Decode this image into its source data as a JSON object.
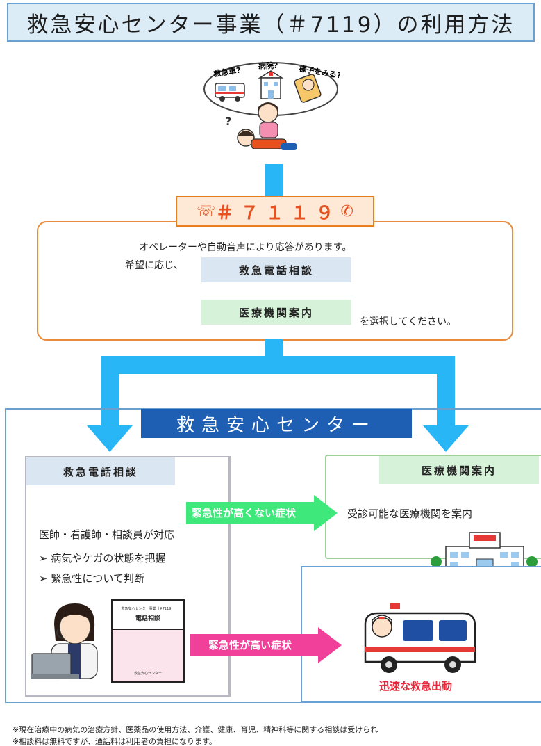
{
  "title": "救急安心センター事業（＃7119）の利用方法",
  "thought_bubbles": {
    "ambulance": "救急車?",
    "hospital": "病院?",
    "wait": "様子をみる?"
  },
  "phone": {
    "number": "＃７１１９",
    "left_icon": "☏",
    "right_icon": "✆",
    "left_icon_name": "telephone-icon",
    "right_icon_name": "phone-handset-icon"
  },
  "operator": {
    "intro": "オペレーターや自動音声により応答があります。",
    "wish": "希望に応じ、",
    "option1": "救急電話相談",
    "option2": "医療機関案内",
    "select": "を選択してください。"
  },
  "center": {
    "title": "救急安心センター"
  },
  "consult": {
    "heading": "救急電話相談",
    "staff": "医師・看護師・相談員が対応",
    "bullet1": "➢ 病気やケガの状態を把握",
    "bullet2": "➢ 緊急性について判断"
  },
  "hospital_guide": {
    "heading": "医療機関案内",
    "description": "受診可能な医療機関を案内"
  },
  "arrows": {
    "not_urgent": "緊急性が高くない症状",
    "urgent": "緊急性が高い症状"
  },
  "ambulance": {
    "label": "迅速な救急出動"
  },
  "booklet": {
    "subtitle": "救急安心センター事業（#7119）",
    "title": "電話相談",
    "footer": "救急安心センター"
  },
  "footnotes": {
    "note1": "※現在治療中の病気の治療方針、医薬品の使用方法、介護、健康、育児、精神科等に関する相談は受けられ",
    "note2": "※相談料は無料ですが、通話料は利用者の負担になります。"
  },
  "colors": {
    "accent_blue": "#29b6f6",
    "navy": "#1f5fb3",
    "orange": "#e8511f",
    "green_arrow": "#3ee87a",
    "pink_arrow": "#f0409a"
  }
}
